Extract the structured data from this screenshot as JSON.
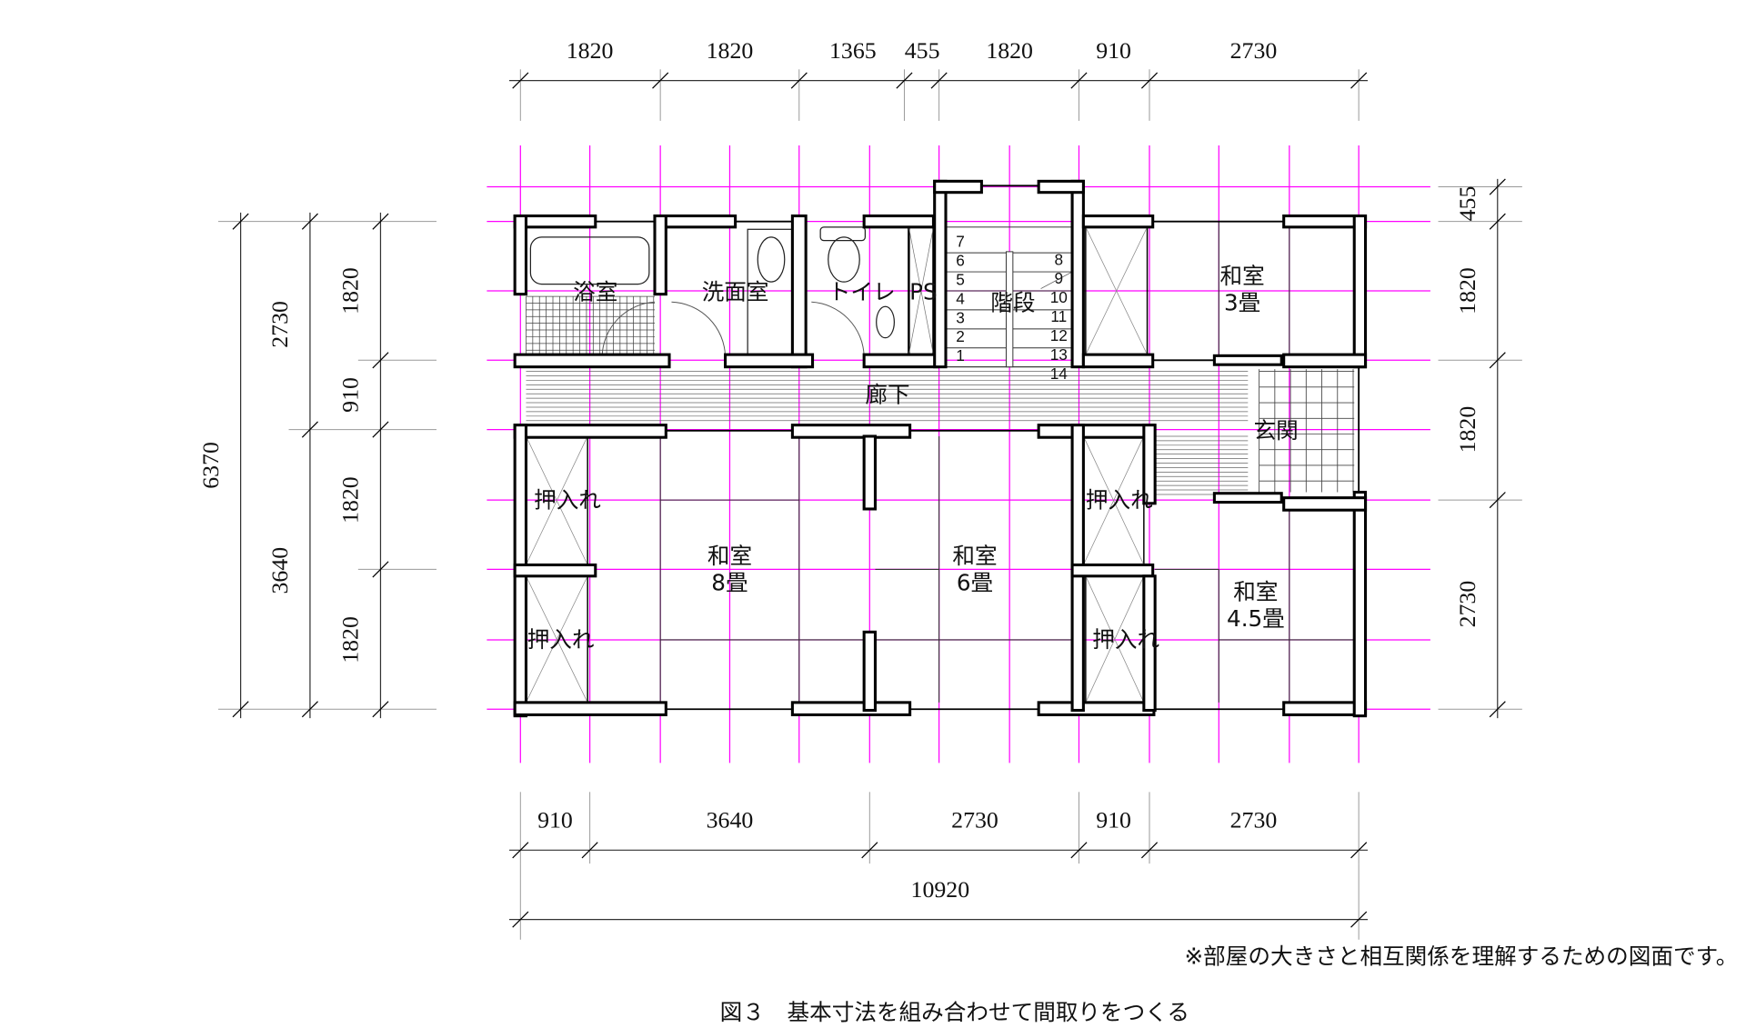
{
  "colors": {
    "grid": "#ff00ff",
    "wall": "#000000",
    "dimension": "#333333",
    "background": "#ffffff"
  },
  "dimensions": {
    "top": [
      "1820",
      "1820",
      "1365",
      "455",
      "1820",
      "910",
      "2730"
    ],
    "bottom": [
      "910",
      "3640",
      "2730",
      "910",
      "2730"
    ],
    "bottom_total": "10920",
    "left_total": "6370",
    "left_middle": [
      "2730",
      "3640"
    ],
    "left_inner": [
      "1820",
      "910",
      "1820",
      "1820"
    ],
    "right": [
      "455",
      "1820",
      "1820",
      "2730"
    ]
  },
  "rooms": {
    "bath": "浴室",
    "washroom": "洗面室",
    "toilet": "トイレ",
    "ps": "PS",
    "stairs": "階段",
    "japanese_3": [
      "和室",
      "3畳"
    ],
    "corridor": "廊下",
    "entrance": "玄関",
    "closet_1": "押入れ",
    "closet_2": "押入れ",
    "closet_3": "押入れ",
    "closet_4": "押入れ",
    "japanese_8": [
      "和室",
      "8畳"
    ],
    "japanese_6": [
      "和室",
      "6畳"
    ],
    "japanese_45": [
      "和室",
      "4.5畳"
    ]
  },
  "stair_steps": [
    "1",
    "2",
    "3",
    "4",
    "5",
    "6",
    "7",
    "8",
    "9",
    "10",
    "11",
    "12",
    "13",
    "14"
  ],
  "note": "※部屋の大きさと相互関係を理解するための図面です。",
  "caption": "図３　基本寸法を組み合わせて間取りをつくる"
}
